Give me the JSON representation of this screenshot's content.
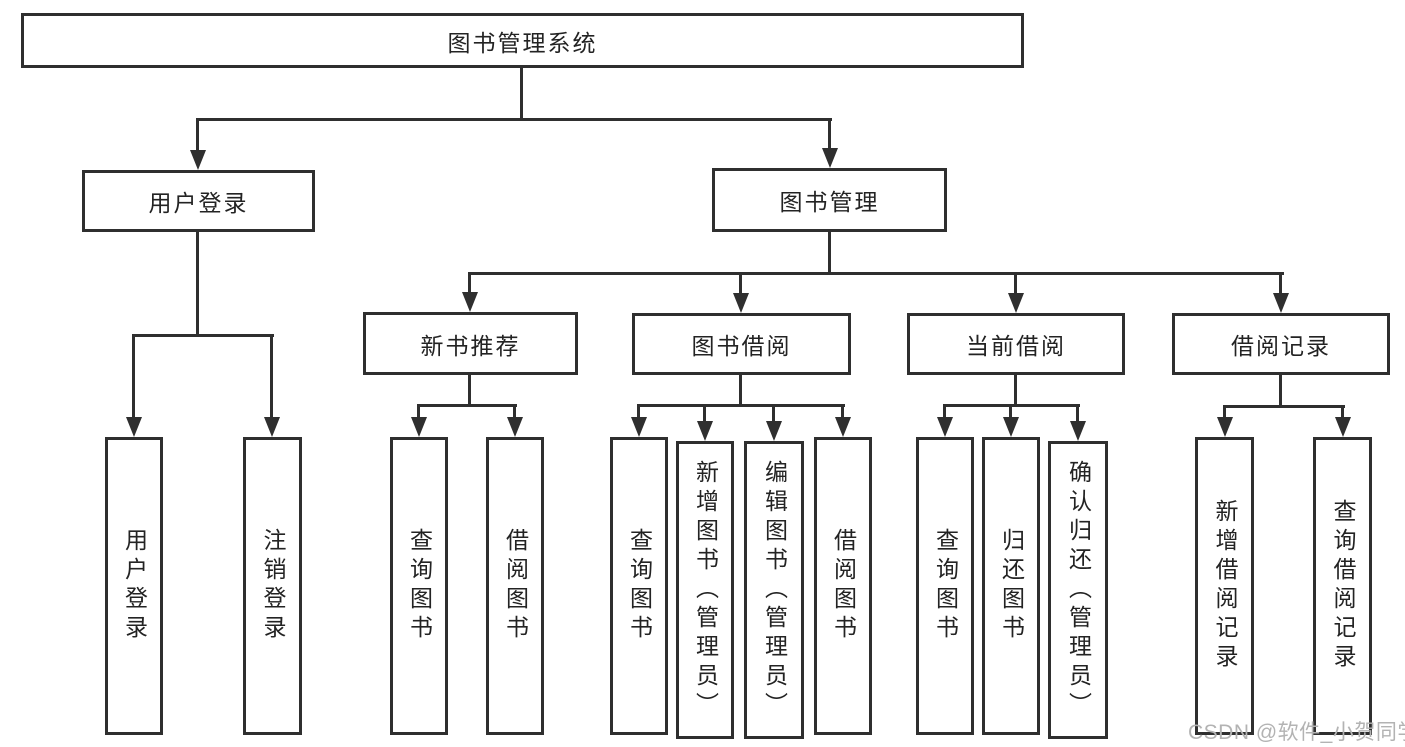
{
  "diagram": {
    "title_node": "图书管理系统",
    "nodes": {
      "root": "图书管理系统",
      "user_login": "用户登录",
      "book_mgmt": "图书管理",
      "new_books": "新书推荐",
      "book_borrow": "图书借阅",
      "current_borrow": "当前借阅",
      "borrow_records": "借阅记录"
    },
    "leaves": {
      "user_login": [
        "用户登录",
        "注销登录"
      ],
      "new_books": [
        "查询图书",
        "借阅图书"
      ],
      "book_borrow": [
        "查询图书",
        "新增图书（管理员）",
        "编辑图书（管理员）",
        "借阅图书"
      ],
      "current_borrow": [
        "查询图书",
        "归还图书",
        "确认归还（管理员）"
      ],
      "borrow_records": [
        "新增借阅记录",
        "查询借阅记录"
      ]
    }
  },
  "watermark": "CSDN @软件_小贺同学",
  "colors": {
    "line": "#2f2f2f",
    "text": "#232323",
    "watermark": "#b3b3b3",
    "background": "#ffffff"
  }
}
